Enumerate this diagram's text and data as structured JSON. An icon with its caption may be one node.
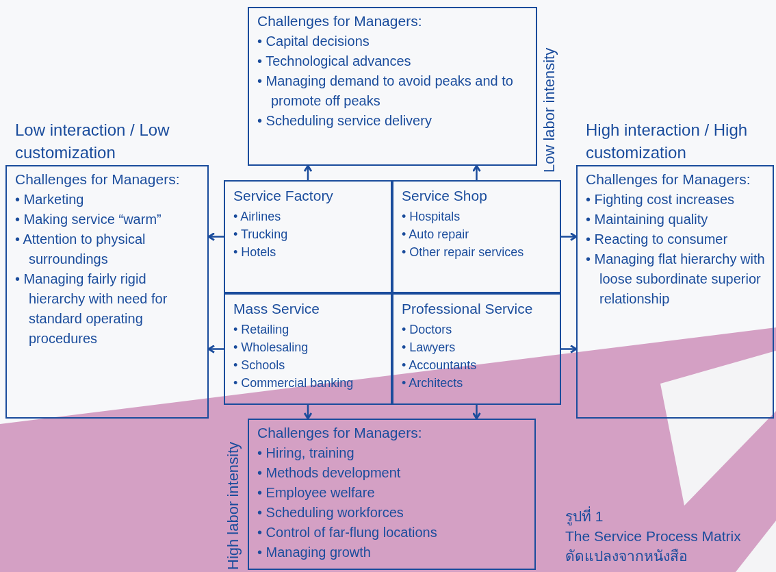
{
  "diagram": {
    "nodes": [
      {
        "text": [
          "Challenges for Managers:",
          "• Capital decisions",
          "• Technological advances",
          "• Managing demand to avoid peaks and to promote off peaks",
          "• Scheduling service delivery"
        ],
        "beside": [
          "Low labor intensity"
        ]
      },
      {
        "text": [
          "Low interaction / Low customization",
          "Challenges for Managers:",
          "• Marketing",
          "• Making service “warm”",
          "• Attention to physical surroundings",
          "• Managing fairly rigid hierarchy with need for standard operating procedures"
        ]
      },
      {
        "text": [
          "Service Factory",
          "• Airlines",
          "• Trucking",
          "• Hotels"
        ]
      },
      {
        "text": [
          "Service Shop",
          "• Hospitals",
          "• Auto repair",
          "• Other repair services"
        ]
      },
      {
        "text": [
          "Mass Service",
          "• Retailing",
          "• Wholesaling",
          "• Schools",
          "• Commercial banking"
        ]
      },
      {
        "text": [
          "Professional Service",
          "• Doctors",
          "• Lawyers",
          "• Accountants",
          "• Architects"
        ]
      },
      {
        "text": [
          "High interaction / High customization",
          "Challenges for Managers:",
          "• Fighting cost increases",
          "• Maintaining quality",
          "• Reacting to consumer",
          "• Managing flat hierarchy with loose subordinate superior relationship"
        ]
      },
      {
        "text": [
          "Challenges for Managers:",
          "• Hiring, training",
          "• Methods development",
          "• Employee welfare",
          "• Scheduling workforces",
          "• Control of far-flung locations",
          "• Managing growth"
        ],
        "beside": [
          "High labor intensity"
        ]
      }
    ],
    "edges": [
      {
        "from": 2,
        "to": 0,
        "arrow": "to"
      },
      {
        "from": 3,
        "to": 0,
        "arrow": "to"
      },
      {
        "from": 2,
        "to": 1,
        "arrow": "to"
      },
      {
        "from": 4,
        "to": 1,
        "arrow": "to"
      },
      {
        "from": 3,
        "to": 6,
        "arrow": "to"
      },
      {
        "from": 5,
        "to": 6,
        "arrow": "to"
      },
      {
        "from": 4,
        "to": 7,
        "arrow": "to"
      },
      {
        "from": 5,
        "to": 7,
        "arrow": "to"
      }
    ],
    "labels": [
      "รูปที่ 1",
      "The Service Process Matrix",
      "ดัดแปลงจากหนังสือ"
    ]
  }
}
